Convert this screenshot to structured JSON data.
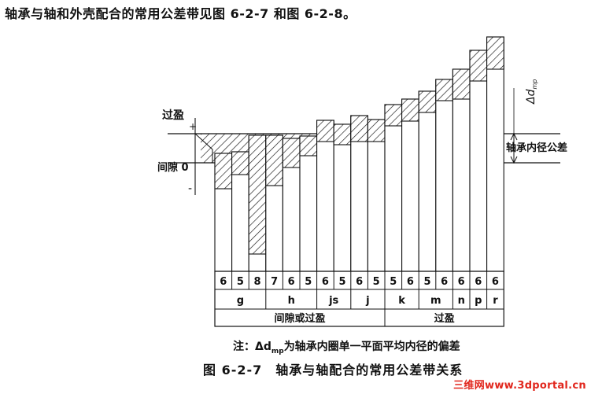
{
  "intro_text": "轴承与轴和外壳配合的常用公差带见图 6-2-7 和图 6-2-8。",
  "labels": {
    "interference": "过盈",
    "plus": "+",
    "clearance_zero": "间隙 0",
    "minus": "-",
    "bearing_bore_tolerance": "轴承内径公差",
    "delta_dmp": "Δd",
    "delta_dmp_sub": "mp"
  },
  "grades": [
    "6",
    "5",
    "8",
    "7",
    "6",
    "5",
    "6",
    "5",
    "6",
    "5",
    "5",
    "6",
    "5",
    "6",
    "6",
    "6",
    "6"
  ],
  "fields": [
    {
      "label": "g",
      "span": 3
    },
    {
      "label": "h",
      "span": 3
    },
    {
      "label": "js",
      "span": 2
    },
    {
      "label": "j",
      "span": 2
    },
    {
      "label": "k",
      "span": 2
    },
    {
      "label": "m",
      "span": 2
    },
    {
      "label": "n",
      "span": 1
    },
    {
      "label": "p",
      "span": 1
    },
    {
      "label": "r",
      "span": 1
    }
  ],
  "groups": [
    {
      "label": "间隙或过盈",
      "span": 10
    },
    {
      "label": "过盈",
      "span": 7
    }
  ],
  "note": "注：Δd",
  "note_sub": "mp",
  "note_rest": "为轴承内圈单一平面平均内径的偏差",
  "caption": "图 6-2-7　轴承与轴配合的常用公差带关系",
  "watermark": "三维网www.3dportal.cn"
}
